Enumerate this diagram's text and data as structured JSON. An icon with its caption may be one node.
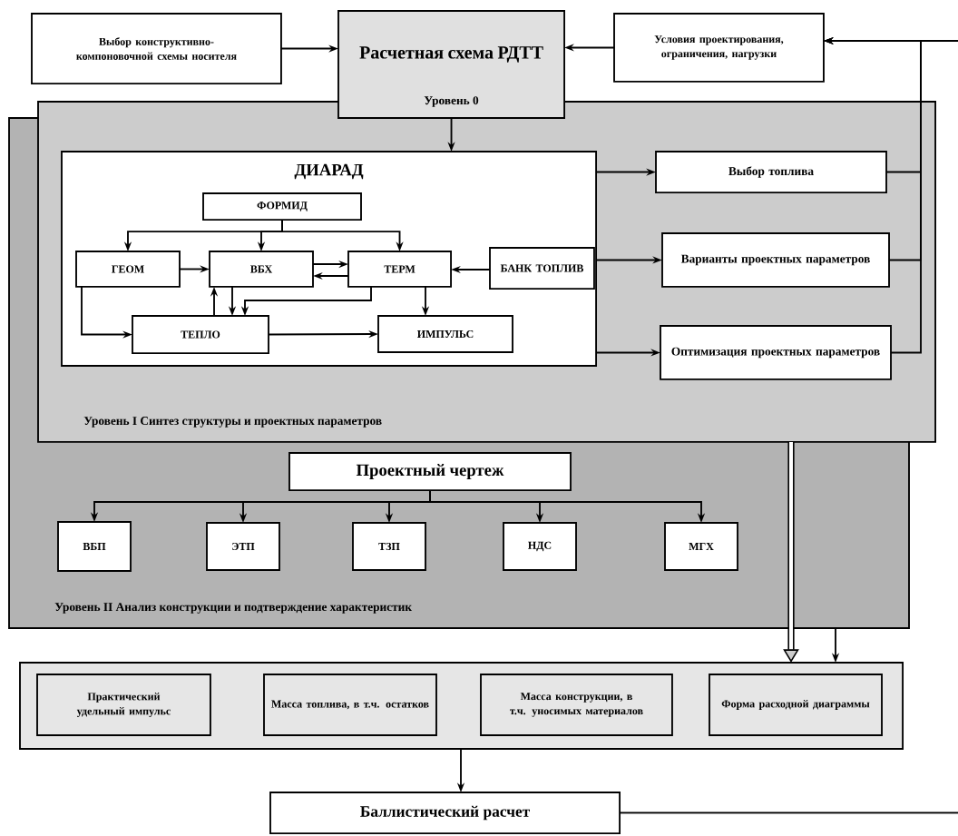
{
  "diagram": {
    "nodes": [
      {
        "text": [
          "Выбор конструктивно-компоновочной схемы носителя"
        ]
      },
      {
        "text": [
          "Расчетная схема РДТТ",
          "Уровень 0"
        ]
      },
      {
        "text": [
          "Условия проектирования, ограничения, нагрузки"
        ]
      },
      {
        "text": [
          "Уровень I Синтез структуры и проектных параметров"
        ]
      },
      {
        "text": [
          "ДИАРАД"
        ],
        "in": 3
      },
      {
        "text": [
          "ФОРМИД"
        ],
        "in": 4
      },
      {
        "text": [
          "ГЕОМ"
        ],
        "in": 4
      },
      {
        "text": [
          "ВБХ"
        ],
        "in": 4
      },
      {
        "text": [
          "ТЕРМ"
        ],
        "in": 4
      },
      {
        "text": [
          "БАНК ТОПЛИВ"
        ],
        "in": 4
      },
      {
        "text": [
          "ТЕПЛО"
        ],
        "in": 4
      },
      {
        "text": [
          "ИМПУЛЬС"
        ],
        "in": 4
      },
      {
        "text": [
          "Выбор топлива"
        ],
        "in": 3
      },
      {
        "text": [
          "Варианты проектных параметров"
        ],
        "in": 3
      },
      {
        "text": [
          "Оптимизация проектных параметров"
        ],
        "in": 3
      },
      {
        "text": [
          "Уровень II Анализ конструкции и подтверждение характеристик"
        ]
      },
      {
        "text": [
          "Проектный чертеж"
        ],
        "in": 15
      },
      {
        "text": [
          "ВБП"
        ],
        "in": 15
      },
      {
        "text": [
          "ЭТП"
        ],
        "in": 15
      },
      {
        "text": [
          "ТЗП"
        ],
        "in": 15
      },
      {
        "text": [
          "НДС"
        ],
        "in": 15
      },
      {
        "text": [
          "МГХ"
        ],
        "in": 15
      },
      {
        "text": [],
        "shape": "box"
      },
      {
        "text": [
          "Практический удельный импульс"
        ],
        "in": 22
      },
      {
        "text": [
          "Масса топлива, в т.ч. остатков"
        ],
        "in": 22
      },
      {
        "text": [
          "Масса конструкции, в т.ч. уносимых материалов"
        ],
        "in": 22
      },
      {
        "text": [
          "Форма расходной диаграммы"
        ],
        "in": 22
      },
      {
        "text": [
          "Баллистический расчет"
        ]
      }
    ],
    "edges": [
      {
        "from": 0,
        "to": 1,
        "arrow": "to"
      },
      {
        "from": 2,
        "to": 1,
        "arrow": "to"
      },
      {
        "from": 1,
        "to": 4,
        "arrow": "to"
      },
      {
        "from": 5,
        "to": 6,
        "arrow": "to"
      },
      {
        "from": 5,
        "to": 7,
        "arrow": "to"
      },
      {
        "from": 5,
        "to": 8,
        "arrow": "to"
      },
      {
        "from": 6,
        "to": 7,
        "arrow": "to"
      },
      {
        "from": 7,
        "to": 8,
        "arrow": "to"
      },
      {
        "from": 8,
        "to": 7,
        "arrow": "to"
      },
      {
        "from": 9,
        "to": 8,
        "arrow": "to"
      },
      {
        "from": 6,
        "to": 10,
        "arrow": "to"
      },
      {
        "from": 10,
        "to": 7,
        "arrow": "to"
      },
      {
        "from": 7,
        "to": 10,
        "arrow": "to"
      },
      {
        "from": 8,
        "to": 10,
        "arrow": "to"
      },
      {
        "from": 8,
        "to": 11,
        "arrow": "to"
      },
      {
        "from": 10,
        "to": 11,
        "arrow": "to"
      },
      {
        "from": 4,
        "to": 12,
        "arrow": "to"
      },
      {
        "from": 4,
        "to": 13,
        "arrow": "to"
      },
      {
        "from": 4,
        "to": 14,
        "arrow": "to"
      },
      {
        "from": 12,
        "to": 2,
        "arrow": "to"
      },
      {
        "from": 13,
        "to": 2,
        "arrow": "to"
      },
      {
        "from": 14,
        "to": 2,
        "arrow": "to"
      },
      {
        "from": null,
        "to": 2,
        "arrow": "to"
      },
      {
        "from": 16,
        "to": 17,
        "arrow": "to"
      },
      {
        "from": 16,
        "to": 18,
        "arrow": "to"
      },
      {
        "from": 16,
        "to": 19,
        "arrow": "to"
      },
      {
        "from": 16,
        "to": 20,
        "arrow": "to"
      },
      {
        "from": 16,
        "to": 21,
        "arrow": "to"
      },
      {
        "from": 3,
        "to": 22,
        "arrow": "to",
        "style": "thick"
      },
      {
        "from": 15,
        "to": 22,
        "arrow": "to"
      },
      {
        "from": 22,
        "to": 27,
        "arrow": "to"
      },
      {
        "from": 27,
        "to": null,
        "arrow": "none"
      }
    ]
  }
}
